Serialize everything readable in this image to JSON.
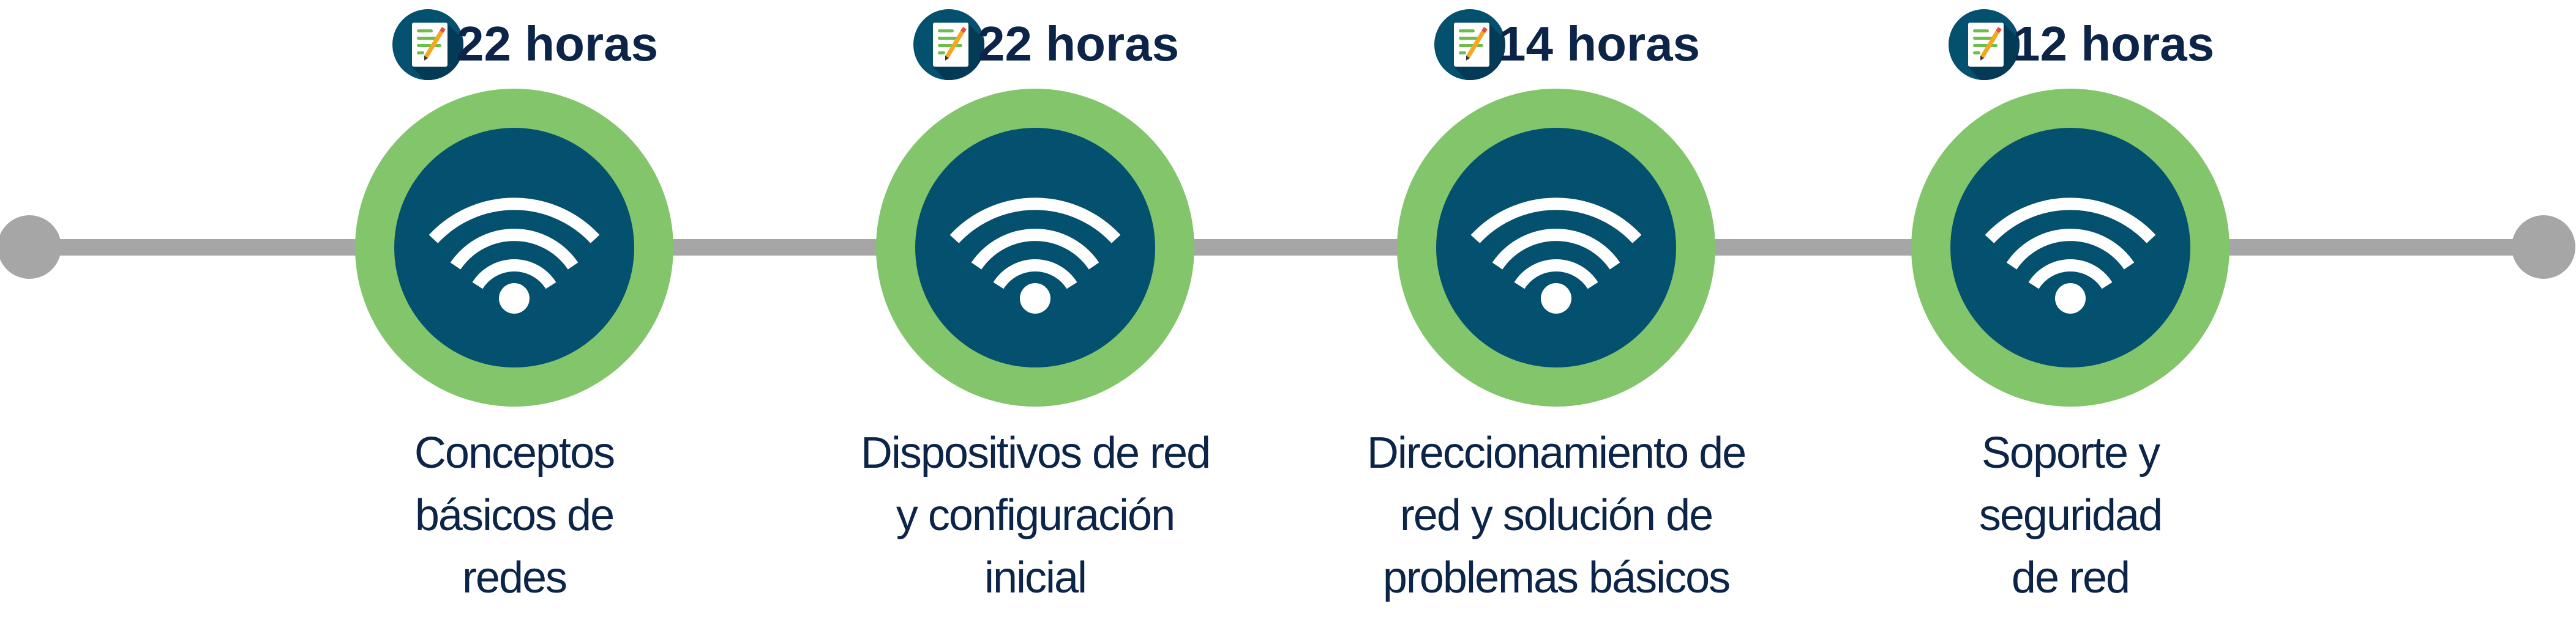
{
  "colors": {
    "ring": "#82c56a",
    "inner": "#04506f",
    "timeline": "#a6a6a6",
    "text": "#0c2448"
  },
  "stages": [
    {
      "hours": "22 horas",
      "icon": "wifi-icon",
      "badge_icon": "document-edit-icon",
      "label_lines": [
        "Conceptos",
        "básicos de",
        "redes"
      ]
    },
    {
      "hours": "22 horas",
      "icon": "wifi-icon",
      "badge_icon": "document-edit-icon",
      "label_lines": [
        "Dispositivos de red",
        "y configuración",
        "inicial"
      ]
    },
    {
      "hours": "14 horas",
      "icon": "wifi-icon",
      "badge_icon": "document-edit-icon",
      "label_lines": [
        "Direccionamiento de",
        "red y solución de",
        "problemas básicos"
      ]
    },
    {
      "hours": "12 horas",
      "icon": "wifi-icon",
      "badge_icon": "document-edit-icon",
      "label_lines": [
        "Soporte y",
        "seguridad",
        "de red"
      ]
    }
  ]
}
